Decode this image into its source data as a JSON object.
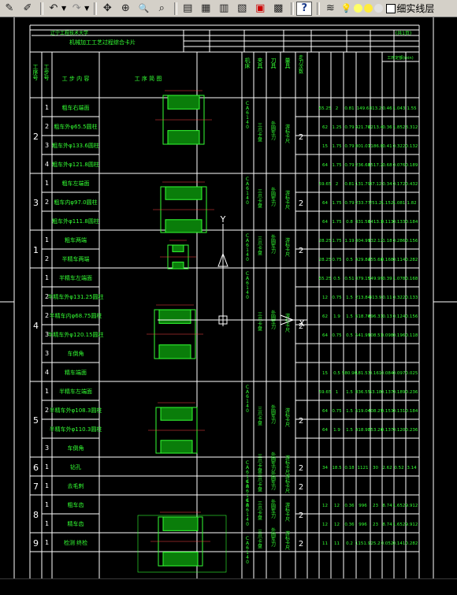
{
  "toolbar": {
    "buttons": [
      {
        "name": "pencil-icon",
        "glyph": "✎"
      },
      {
        "name": "highlighter-icon",
        "glyph": "✐"
      },
      {
        "name": "undo-icon",
        "glyph": "↶"
      },
      {
        "name": "redo-icon",
        "glyph": "↷"
      },
      {
        "name": "pan-icon",
        "glyph": "✥"
      },
      {
        "name": "zoom-in-icon",
        "glyph": "⊕"
      },
      {
        "name": "zoom-window-icon",
        "glyph": "🔍"
      },
      {
        "name": "zoom-previous-icon",
        "glyph": "⌕"
      },
      {
        "name": "properties-icon",
        "glyph": "▤"
      },
      {
        "name": "design-center-icon",
        "glyph": "▦"
      },
      {
        "name": "tool-palette-icon",
        "glyph": "▥"
      },
      {
        "name": "sheet-set-icon",
        "glyph": "▧"
      },
      {
        "name": "markup-icon",
        "glyph": "▣"
      },
      {
        "name": "calculator-icon",
        "glyph": "▩"
      },
      {
        "name": "help-icon",
        "glyph": "?"
      },
      {
        "name": "layers-icon",
        "glyph": "≋"
      },
      {
        "name": "bulb-icon",
        "glyph": "💡"
      }
    ],
    "layer_colors": [
      "#ffff66",
      "#ffeb3b",
      "#e0e0e0"
    ],
    "layer_name": "细实线层"
  },
  "sheet": {
    "header_small": "辽宁工程技术大学",
    "header_title": "机械加工工艺过程综合卡片",
    "header_right": "(共1页)",
    "col_headers": {
      "process_no": "工序号",
      "step_no": "工步号",
      "step_content": "工 步 内 容",
      "process_sketch": "工 序 简 图",
      "machine": "机床",
      "fixture": "夹具",
      "tool": "刀具",
      "gauge": "量具",
      "cut_count": "走刀次数",
      "params_group": "切削用量",
      "quota": "工时定额(min)"
    },
    "processes": [
      {
        "no": "2",
        "steps": [
          {
            "no": "1",
            "content": "粗车右端面",
            "vals": [
              "65.25",
              "2",
              "0.81",
              "149.6",
              "813.2",
              "0.46",
              "1.043",
              "1.55"
            ]
          },
          {
            "no": "2",
            "content": "粗车外φ65.5圆柱",
            "vals": [
              "62",
              "1.25",
              "0.79",
              "421.76",
              "2213.4",
              "0.36",
              "1.852",
              "3.312"
            ]
          },
          {
            "no": "3",
            "content": "粗车外φ133.6圆柱",
            "vals": [
              "15",
              "1.75",
              "0.79",
              "801.07",
              "1186.8",
              "0.41",
              "0.322",
              "0.132"
            ]
          },
          {
            "no": "4",
            "content": "粗车外φ121.8圆柱",
            "vals": [
              "64",
              "1.75",
              "0.79",
              "236.68",
              "1517.2",
              "0.68",
              "0.076",
              "0.189"
            ]
          }
        ]
      },
      {
        "no": "3",
        "steps": [
          {
            "no": "1",
            "content": "粗车左端面",
            "vals": [
              "59.65",
              "2",
              "0.81",
              "131.79",
              "87.12",
              "0.34",
              "0.172",
              "0.432"
            ]
          },
          {
            "no": "2",
            "content": "粗车内φ97.0圆柱",
            "vals": [
              "64",
              "1.75",
              "0.79",
              "233.77",
              "251.2",
              "1.152",
              "1.081",
              "1.82"
            ]
          },
          {
            "no": "",
            "content": "粗车外φ111.8圆柱",
            "vals": [
              "64",
              "1.75",
              "0.8",
              "331.56",
              "1413.3",
              "0.113",
              "0.133",
              "0.184"
            ]
          }
        ]
      },
      {
        "no": "1",
        "steps": [
          {
            "no": "1",
            "content": "粗车两端",
            "vals": [
              "28.25",
              "1.75",
              "1.19",
              "304.99",
              "132.12",
              "1.18",
              "0.286",
              "0.156"
            ]
          },
          {
            "no": "2",
            "content": "半精车两端",
            "vals": [
              "28.25",
              "0.75",
              "0.5",
              "429.84",
              "255.68",
              "0.168",
              "0.114",
              "0.282"
            ]
          }
        ]
      },
      {
        "no": "4",
        "steps": [
          {
            "no": "1",
            "content": "半精车左端面",
            "vals": [
              "65.25",
              "0.5",
              "0.51",
              "379.15",
              "949.99",
              "0.39",
              "1.078",
              "0.168"
            ]
          },
          {
            "no": "2",
            "content": "半精车外φ131.25圆柱",
            "vals": [
              "12",
              "0.75",
              "1.5",
              "213.84",
              "413.9",
              "0.11",
              "0.322",
              "0.133"
            ]
          },
          {
            "no": "2",
            "content": "半精车内φ68.75圆柱",
            "vals": [
              "62",
              "1.9",
              "1.5",
              "618.78",
              "496.31",
              "0.13",
              "0.124",
              "0.156"
            ]
          },
          {
            "no": "3",
            "content": "半精车外φ120.15圆柱",
            "vals": [
              "64",
              "0.75",
              "0.5",
              "541.99",
              "108.51",
              "0.098",
              "0.196",
              "0.118"
            ]
          },
          {
            "no": "3",
            "content": "车倒角",
            "vals": [
              "",
              "",
              "",
              "",
              "",
              "",
              "",
              ""
            ]
          },
          {
            "no": "4",
            "content": "精车端面",
            "vals": [
              "15",
              "0.5",
              "580.96",
              "181.53",
              "0.161",
              "0.084",
              "0.097",
              "0.025"
            ]
          }
        ]
      },
      {
        "no": "5",
        "steps": [
          {
            "no": "1",
            "content": "半精车左端面",
            "vals": [
              "59.65",
              "1",
              "1.5",
              "836.55",
              "53.18",
              "0.137",
              "0.189",
              "0.236"
            ]
          },
          {
            "no": "2",
            "content": "半精车外φ108.3圆柱",
            "vals": [
              "64",
              "0.75",
              "1.5",
              "519.04",
              "408.25",
              "0.153",
              "0.131",
              "0.184"
            ]
          },
          {
            "no": "",
            "content": "半精车外φ110.3圆柱",
            "vals": [
              "64",
              "1.9",
              "1.5",
              "418.98",
              "353.26",
              "0.137",
              "0.120",
              "0.236"
            ]
          },
          {
            "no": "3",
            "content": "车倒角",
            "vals": [
              "",
              "",
              "",
              "",
              "",
              "",
              "",
              ""
            ]
          }
        ]
      },
      {
        "no": "6",
        "steps": [
          {
            "no": "1",
            "content": "钻孔",
            "vals": [
              "34",
              "18.5",
              "0.18",
              "1121",
              "30",
              "2.62",
              "0.52",
              "3.14"
            ]
          }
        ]
      },
      {
        "no": "7",
        "steps": [
          {
            "no": "1",
            "content": "去毛刺",
            "vals": [
              "",
              "",
              "",
              "",
              "",
              "",
              "",
              ""
            ]
          }
        ]
      },
      {
        "no": "8",
        "steps": [
          {
            "no": "1",
            "content": "粗车齿",
            "vals": [
              "12",
              "12",
              "0.36",
              "996",
              "23",
              "8.74",
              "1.652",
              "9.912"
            ]
          },
          {
            "no": "1",
            "content": "精车齿",
            "vals": [
              "12",
              "12",
              "0.36",
              "996",
              "23",
              "8.74",
              "1.652",
              "9.912"
            ]
          }
        ]
      },
      {
        "no": "9",
        "steps": [
          {
            "no": "1",
            "content": "检测 终检",
            "vals": [
              "11",
              "11",
              "0.2",
              "1151.9",
              "25.2",
              "0.052",
              "0.141",
              "0.282"
            ]
          }
        ]
      }
    ]
  }
}
